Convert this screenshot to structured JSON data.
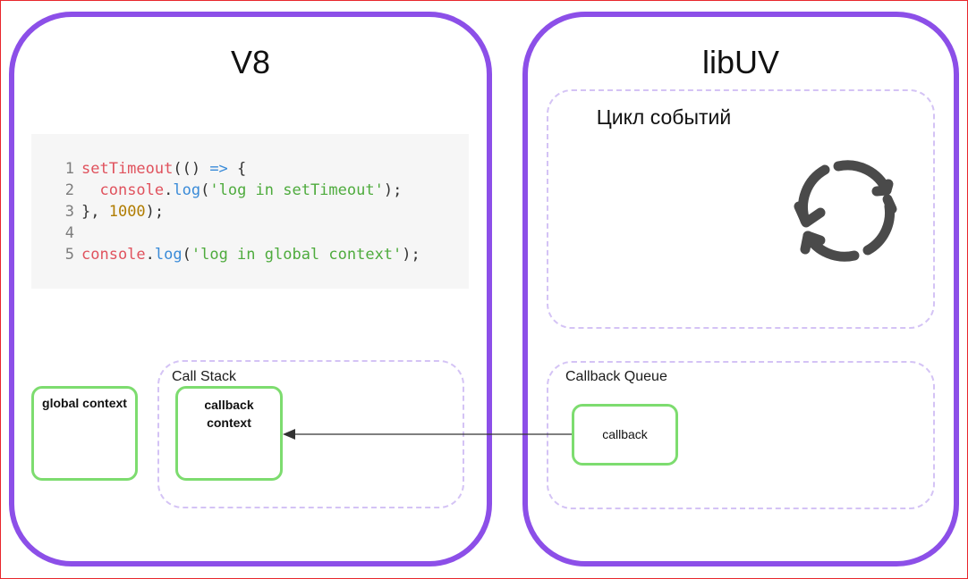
{
  "v8": {
    "title": "V8",
    "code_lines": [
      {
        "num": "1",
        "tokens": [
          [
            "red",
            "setTimeout"
          ],
          [
            "plain",
            "(() "
          ],
          [
            "blue",
            "=>"
          ],
          [
            "plain",
            " {"
          ]
        ]
      },
      {
        "num": "2",
        "tokens": [
          [
            "plain",
            "  "
          ],
          [
            "red",
            "console"
          ],
          [
            "plain",
            "."
          ],
          [
            "blue",
            "log"
          ],
          [
            "plain",
            "("
          ],
          [
            "green",
            "'log in setTimeout'"
          ],
          [
            "plain",
            ");"
          ]
        ]
      },
      {
        "num": "3",
        "tokens": [
          [
            "plain",
            "}, "
          ],
          [
            "num",
            "1000"
          ],
          [
            "plain",
            ");"
          ]
        ]
      },
      {
        "num": "4",
        "tokens": []
      },
      {
        "num": "5",
        "tokens": [
          [
            "red",
            "console"
          ],
          [
            "plain",
            "."
          ],
          [
            "blue",
            "log"
          ],
          [
            "plain",
            "("
          ],
          [
            "green",
            "'log in global context'"
          ],
          [
            "plain",
            ");"
          ]
        ]
      }
    ],
    "global_context_label": "global context",
    "call_stack_label": "Call Stack",
    "callback_context_label": "callback context"
  },
  "libuv": {
    "title": "libUV",
    "event_loop_label": "Цикл событий",
    "event_loop_icon": "refresh-cycle-icon",
    "callback_queue_label": "Callback Queue",
    "callback_label": "callback"
  },
  "colors": {
    "engine_border": "#8c4fe8",
    "dashed_border": "#d4c3f5",
    "context_border": "#7ddc6f",
    "frame_border": "#e8262c",
    "icon": "#4a4a4a"
  }
}
